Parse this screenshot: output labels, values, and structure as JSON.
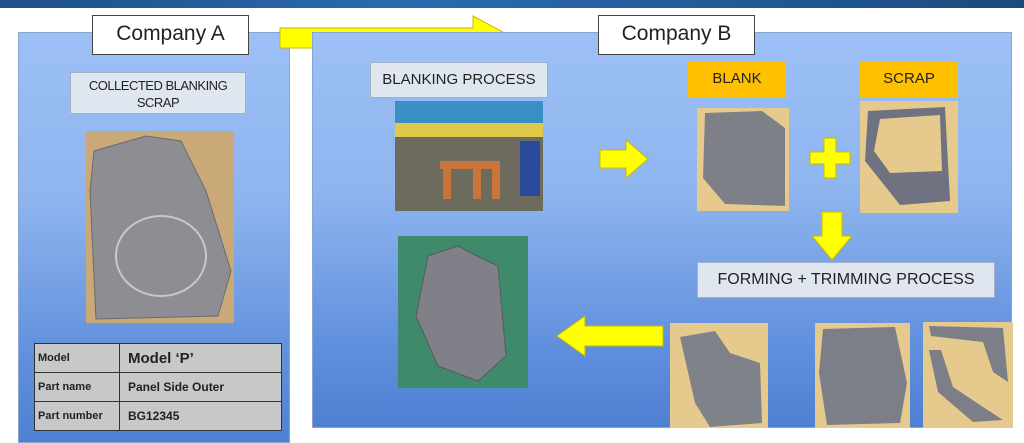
{
  "header": {
    "accent_color": "#1e4f86"
  },
  "company_a": {
    "title": "Company A",
    "label": "COLLECTED BLANKING SCRAP",
    "photo": "collected-scrap-photo",
    "table": [
      {
        "key": "Model",
        "value": "Model ‘P’"
      },
      {
        "key": "Part name",
        "value": "Panel Side Outer"
      },
      {
        "key": "Part number",
        "value": "BG12345"
      }
    ]
  },
  "company_b": {
    "title": "Company B",
    "blanking_label": "BLANKING PROCESS",
    "blank_label": "BLANK",
    "scrap_label": "SCRAP",
    "plus_symbol": "+",
    "forming_label": "FORMING + TRIMMING PROCESS"
  },
  "colors": {
    "arrow": "#ffff00",
    "badge": "#ffc000",
    "panel": "#8fb5ef"
  }
}
